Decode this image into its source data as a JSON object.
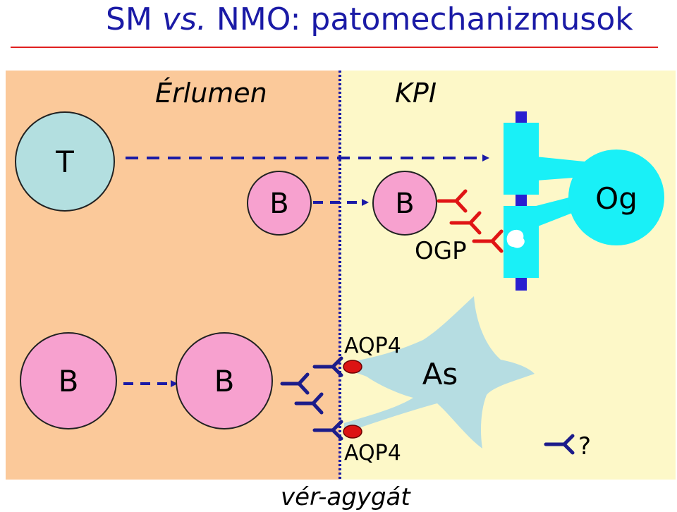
{
  "title": {
    "prefix": "SM",
    "vs": "vs.",
    "rest": "NMO: patomechanizmusok"
  },
  "regions": {
    "lumen_label": "Érlumen",
    "cns_label": "KPI",
    "barrier_label": "vér-agygát"
  },
  "cells": {
    "t_cell": "T",
    "b_top_left": "B",
    "b_top_right": "B",
    "oligodendrocyte": "Og",
    "b_bottom_left": "B",
    "b_bottom_mid": "B",
    "astrocyte": "As"
  },
  "antigens": {
    "ogp": "OGP",
    "aqp4_top": "AQP4",
    "aqp4_bottom": "AQP4",
    "unknown": "?"
  },
  "colors": {
    "lumen_bg": "#fbc99a",
    "cns_bg": "#fdf8c8",
    "b_cell": "#f7a1cf",
    "t_cell": "#b3dfe0",
    "oligodendrocyte": "#19f0f7",
    "myelin_node": "#2a1fd0",
    "astrocyte": "#b6dde2",
    "arrow": "#1a1aa6",
    "ogp_antibody": "#e01515",
    "aqp4_dot": "#dc1313",
    "nmo_antibody": "#1c1c8a",
    "title": "#1a1aa6",
    "title_rule": "#e02020"
  }
}
